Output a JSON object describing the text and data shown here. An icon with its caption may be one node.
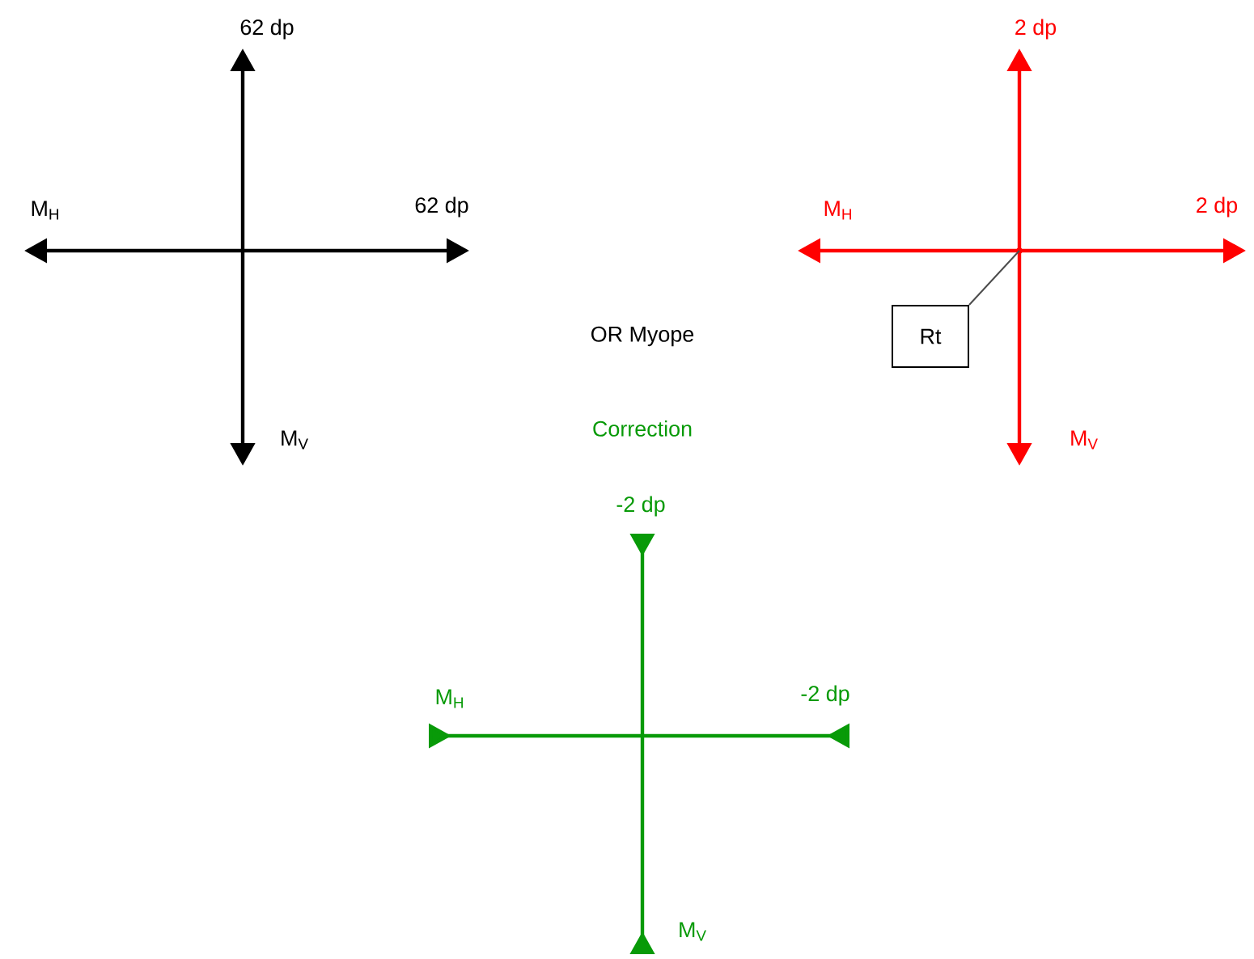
{
  "diagram": {
    "nodes": [
      {
        "text": [
          "Rt"
        ]
      },
      {
        "text": [],
        "shape": "point"
      }
    ],
    "edges": [
      {
        "from": 0,
        "to": 1,
        "arrow": "none"
      }
    ],
    "labels": [
      "62 dp",
      "2 dp",
      "M$_{H}$",
      "62 dp",
      "M$_{H}$",
      "2 dp",
      "OR Myope",
      "M$_{V}$",
      "Correction",
      "M$_{V}$",
      "-2 dp",
      "M$_{H}$",
      "-2 dp",
      "M$_{V}$"
    ]
  }
}
